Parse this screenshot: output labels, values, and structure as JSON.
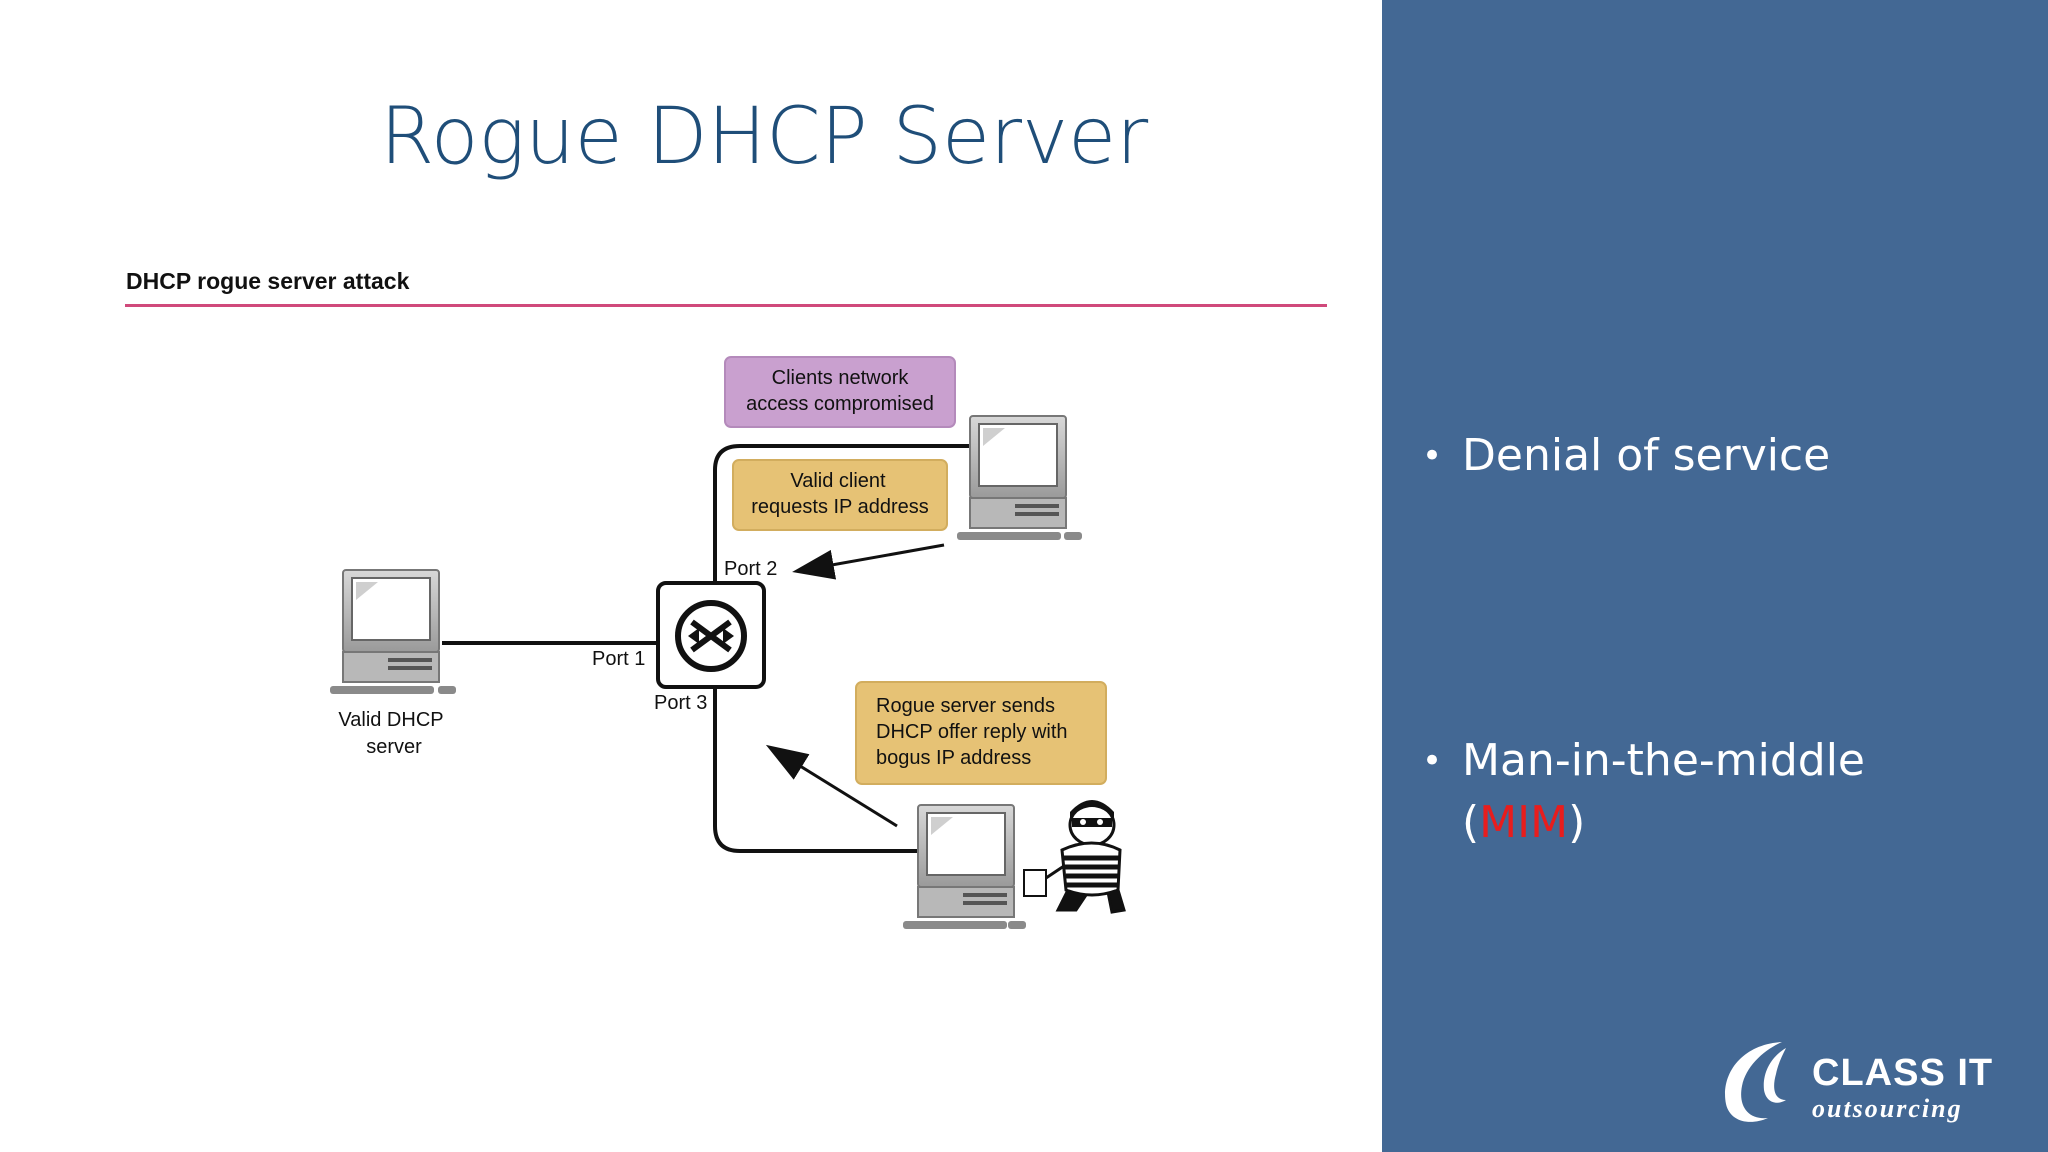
{
  "slide": {
    "title": "Rogue DHCP Server"
  },
  "diagram": {
    "heading": "DHCP rogue server attack",
    "server_label_line1": "Valid DHCP",
    "server_label_line2": "server",
    "port1": "Port 1",
    "port2": "Port 2",
    "port3": "Port 3",
    "callout_compromised_line1": "Clients network",
    "callout_compromised_line2": "access compromised",
    "callout_request_line1": "Valid client",
    "callout_request_line2": "requests IP address",
    "callout_rogue_line1": "Rogue server sends",
    "callout_rogue_line2": "DHCP offer reply with",
    "callout_rogue_line3": "bogus IP address",
    "colors": {
      "compromised_callout": "#c9a0cf",
      "tan_callout": "#e6c275",
      "rule": "#d0497b"
    }
  },
  "sidebar": {
    "background": "#436894",
    "bullet1": "Denial of service",
    "bullet2_line1": "Man-in-the-middle",
    "bullet2_open": "(",
    "bullet2_mim": "MIM",
    "bullet2_close": ")"
  },
  "logo": {
    "name": "CLASS IT",
    "tagline": "outsourcing"
  }
}
